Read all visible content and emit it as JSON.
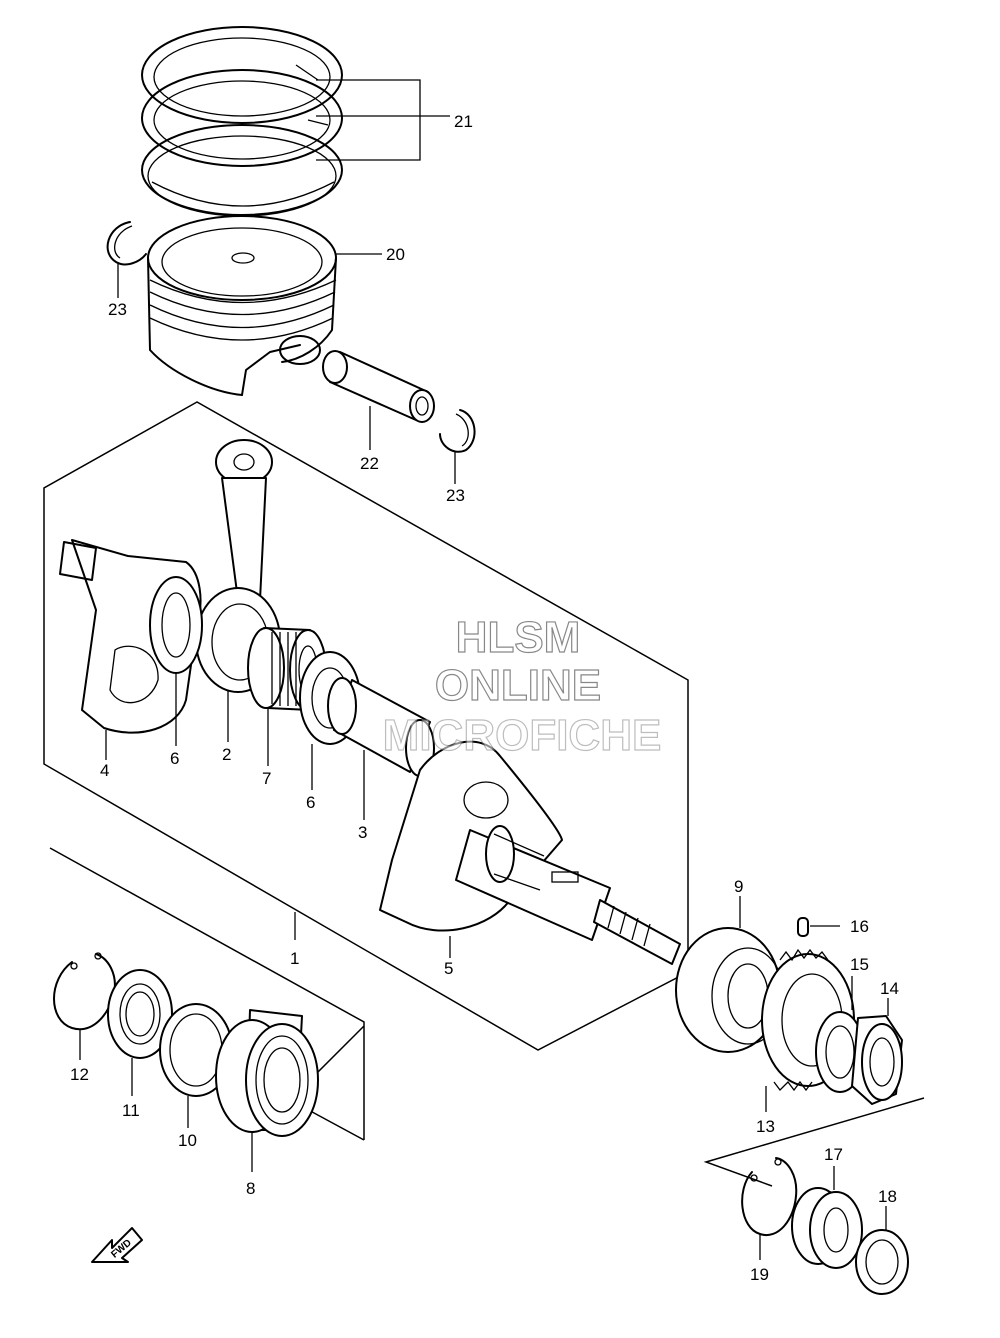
{
  "diagram": {
    "callouts": {
      "c1": "1",
      "c2": "2",
      "c3": "3",
      "c4": "4",
      "c5": "5",
      "c6a": "6",
      "c6b": "6",
      "c7": "7",
      "c8": "8",
      "c9": "9",
      "c10": "10",
      "c11": "11",
      "c12": "12",
      "c13": "13",
      "c14": "14",
      "c15": "15",
      "c16": "16",
      "c17": "17",
      "c18": "18",
      "c19": "19",
      "c20": "20",
      "c21": "21",
      "c22": "22",
      "c23a": "23",
      "c23b": "23"
    },
    "watermark": {
      "line1": "HLSM",
      "line2": "ONLINE",
      "line3": "MICROFICHE"
    },
    "direction_marker": "FWD"
  }
}
